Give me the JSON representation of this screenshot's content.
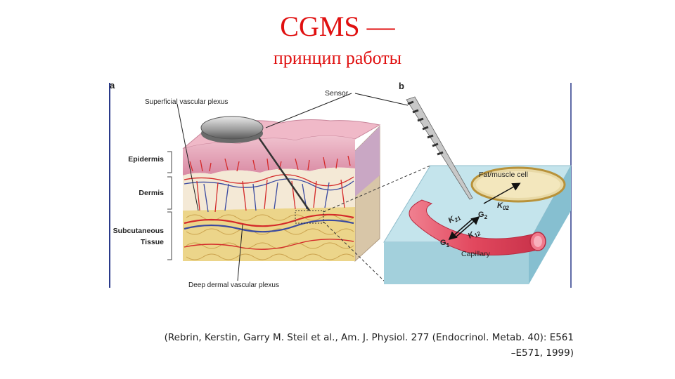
{
  "slide": {
    "title_line1": "CGMS —",
    "title_line2": "принцип работы",
    "citation_line1": "(Rebrin, Kerstin, Garry M. Steil et al., Am. J. Physiol. 277 (Endocrinol. Metab. 40): E561",
    "citation_line2": "–E571, 1999)"
  },
  "figure": {
    "panel_a": "a",
    "panel_b": "b",
    "labels": {
      "superficial": "Superficial vascular plexus",
      "sensor": "Sensor",
      "epidermis": "Epidermis",
      "dermis": "Dermis",
      "subcutaneous_1": "Subcutaneous",
      "subcutaneous_2": "Tissue",
      "deep": "Deep dermal vascular plexus",
      "cell": "Fat/muscle cell",
      "capillary": "Capillary",
      "g1": "G",
      "g1_sub": "1",
      "g2": "G",
      "g2_sub": "2",
      "k21": "K",
      "k21_sub": "21",
      "k12": "K",
      "k12_sub": "12",
      "k02": "K",
      "k02_sub": "02"
    }
  },
  "colors": {
    "title": "#e01010",
    "epidermis": "#e6a3b6",
    "dermis": "#f4e9d6",
    "fat": "#ecd58a",
    "interstitial": "#aed7e2",
    "capillary": "#e2485e",
    "artery": "#d42a2a",
    "vein": "#3a4aa0"
  }
}
